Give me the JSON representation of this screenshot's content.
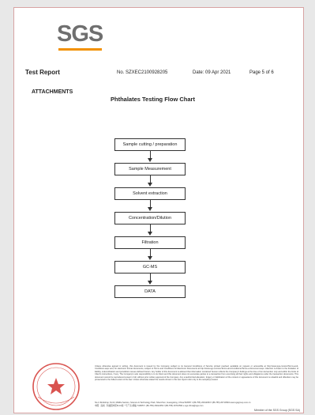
{
  "logo": {
    "text": "SGS",
    "brand_color": "#6f6f6f",
    "accent_color": "#f29100"
  },
  "header": {
    "doc_type": "Test Report",
    "report_no": "No. SZXEC2100928205",
    "date": "Date: 09 Apr 2021",
    "page": "Page 5 of 6"
  },
  "section_label": "ATTACHMENTS",
  "chart_title": "Phthalates Testing Flow Chart",
  "flow_steps": [
    "Sample cutting / preparation",
    "Sample Measurement",
    "Solvent extraction",
    "Concentration/Dilution",
    "Filtration",
    "GC-MS",
    "DATA"
  ],
  "footer": {
    "disclaimer": "Unless otherwise agreed in writing, this document is issued by the Company subject to its General Conditions of Service printed overleaf, available on request or accessible at http://www.sgs.com/en/Terms-and-Conditions.aspx and, for electronic format documents, subject to Terms and Conditions for Electronic Documents at http://www.sgs.com/en/Terms-and-Conditions/Terms-e-Document.aspx. Attention is drawn to the limitation of liability, indemnification and jurisdiction issues defined therein. Any holder of this document is advised that information contained hereon reflects the Company's findings at the time of its intervention only and within the limits of Client's instructions, if any. The Company's sole responsibility is to its Client and this document does not exonerate parties to a transaction from exercising all their rights and obligations under the transaction documents. This document cannot be reproduced except in full, without prior written approval of the Company. Any unauthorized alteration, forgery or falsification of the content or appearance of this document is unlawful and offenders may be prosecuted to the fullest extent of the law. Unless otherwise stated the results shown in this test report refer only to the sample(s) tested.",
    "address_en": "No.1 Workshop, M-10, Middle Section, Science & Technology Park, Shenzhen, Guangdong, China 518057   t (86-755) 26012053   f (86-755) 26710594   www.sgsgroup.com.cn",
    "address_cn": "中国 · 深圳 · 科技园中区M-10栋一号厂房   邮编: 518057   t (86-755) 26012053   f (86-755) 26710594   e sgs.china@sgs.com",
    "member": "Member of the SGS Group (SGS SA)",
    "seal_color": "#d9534f"
  }
}
